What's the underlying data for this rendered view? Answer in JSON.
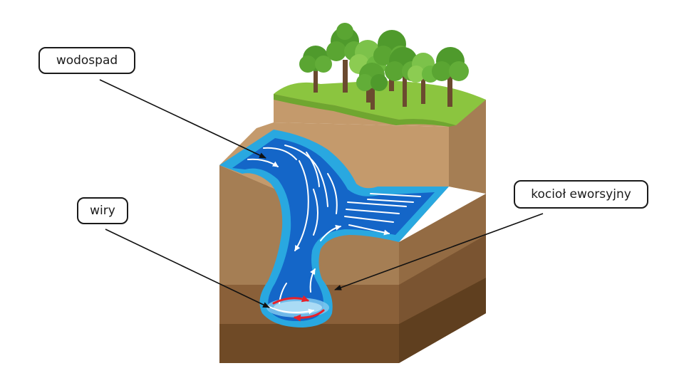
{
  "labels": {
    "waterfall": "wodospad",
    "eddies": "wiry",
    "pothole": "kocioł eworsyjny"
  },
  "colors": {
    "grass": "#8bc53f",
    "soil_top": "#c49a6c",
    "soil_mid": "#a57e54",
    "soil_dark": "#8a6039",
    "soil_bottom": "#6f4a26",
    "water_light": "#29a8e0",
    "water_deep": "#1466c8",
    "eddy_arrow": "#e8212a",
    "foliage": "#5aa532",
    "trunk": "#6b4a2f"
  }
}
